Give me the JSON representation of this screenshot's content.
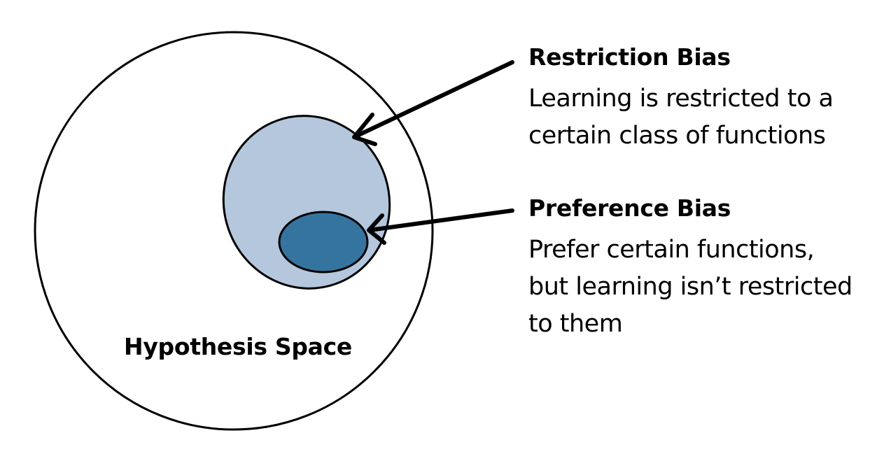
{
  "hypothesis_space": {
    "label": "Hypothesis Space"
  },
  "restriction_bias": {
    "title": "Restriction Bias",
    "description": "Learning is restricted to a\ncertain class of functions"
  },
  "preference_bias": {
    "title": "Preference Bias",
    "description": "Prefer certain functions,\nbut learning isn’t restricted\nto them"
  },
  "colors": {
    "restricted_region_fill": "#b4c7dd",
    "preferred_region_fill": "#3674a0",
    "stroke": "#000000"
  }
}
